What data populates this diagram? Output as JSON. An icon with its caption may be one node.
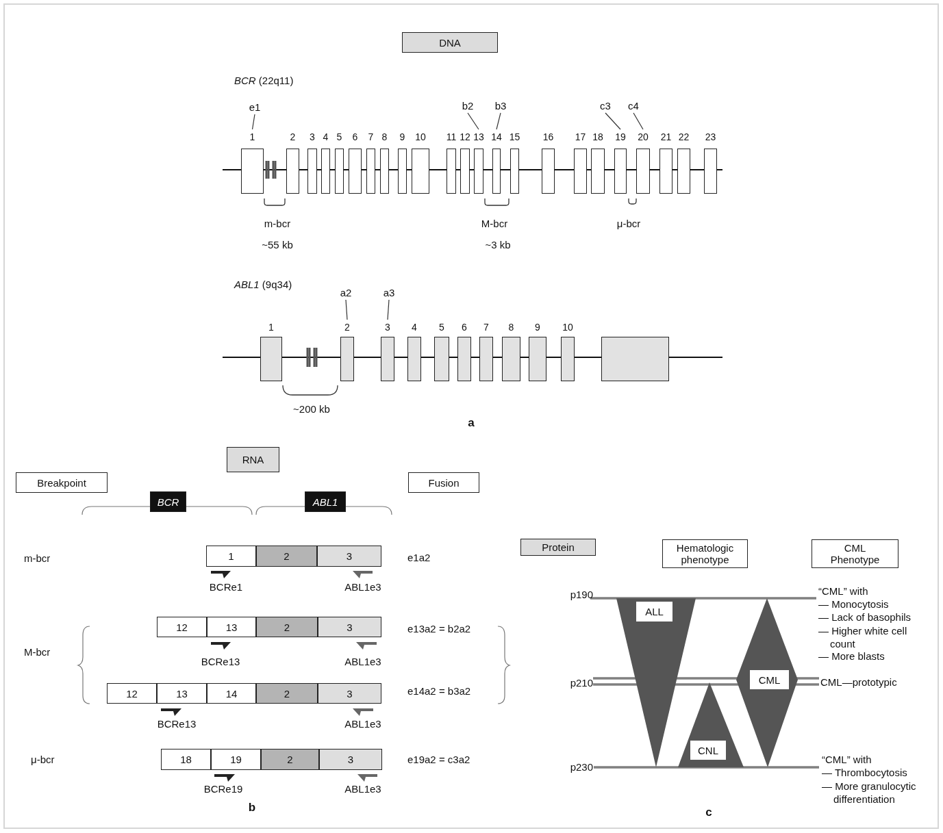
{
  "diagram": {
    "nodes": [
      {
        "text": [
          "DNA"
        ]
      },
      {
        "text": [
          "e1"
        ]
      },
      {
        "text": [
          "b2"
        ]
      },
      {
        "text": [
          "b3"
        ]
      },
      {
        "text": [
          "c3"
        ]
      },
      {
        "text": [
          "c4"
        ]
      },
      {
        "text": [
          "1"
        ]
      },
      {
        "text": [
          "2"
        ]
      },
      {
        "text": [
          "3"
        ]
      },
      {
        "text": [
          "4"
        ]
      },
      {
        "text": [
          "5"
        ]
      },
      {
        "text": [
          "6"
        ]
      },
      {
        "text": [
          "7"
        ]
      },
      {
        "text": [
          "8"
        ]
      },
      {
        "text": [
          "9"
        ]
      },
      {
        "text": [
          "10"
        ]
      },
      {
        "text": [
          "11"
        ]
      },
      {
        "text": [
          "12"
        ]
      },
      {
        "text": [
          "13"
        ]
      },
      {
        "text": [
          "14"
        ]
      },
      {
        "text": [
          "15"
        ]
      },
      {
        "text": [
          "16"
        ]
      },
      {
        "text": [
          "17"
        ]
      },
      {
        "text": [
          "18"
        ]
      },
      {
        "text": [
          "19"
        ]
      },
      {
        "text": [
          "20"
        ]
      },
      {
        "text": [
          "21"
        ]
      },
      {
        "text": [
          "22"
        ]
      },
      {
        "text": [
          "23"
        ]
      },
      {
        "text": [
          "a2"
        ]
      },
      {
        "text": [
          "a3"
        ]
      },
      {
        "text": [
          "1"
        ]
      },
      {
        "text": [
          "2"
        ]
      },
      {
        "text": [
          "3"
        ]
      },
      {
        "text": [
          "4"
        ]
      },
      {
        "text": [
          "5"
        ]
      },
      {
        "text": [
          "6"
        ]
      },
      {
        "text": [
          "7"
        ]
      },
      {
        "text": [
          "8"
        ]
      },
      {
        "text": [
          "9"
        ]
      },
      {
        "text": [
          "10"
        ]
      },
      {
        "text": [],
        "shape": "box"
      },
      {
        "text": [
          "RNA"
        ]
      },
      {
        "text": [
          "Breakpoint"
        ]
      },
      {
        "text": [
          "BCR"
        ]
      },
      {
        "text": [
          "ABL1"
        ]
      },
      {
        "text": [
          "Fusion"
        ]
      },
      {
        "text": [
          "1"
        ]
      },
      {
        "text": [
          "2"
        ]
      },
      {
        "text": [
          "3"
        ]
      },
      {
        "text": [
          "12"
        ]
      },
      {
        "text": [
          "13"
        ]
      },
      {
        "text": [
          "2"
        ]
      },
      {
        "text": [
          "3"
        ]
      },
      {
        "text": [
          "12"
        ]
      },
      {
        "text": [
          "13"
        ]
      },
      {
        "text": [
          "14"
        ]
      },
      {
        "text": [
          "2"
        ]
      },
      {
        "text": [
          "3"
        ]
      },
      {
        "text": [
          "18"
        ]
      },
      {
        "text": [
          "19"
        ]
      },
      {
        "text": [
          "2"
        ]
      },
      {
        "text": [
          "3"
        ]
      },
      {
        "text": [
          "Protein"
        ]
      },
      {
        "text": [
          "Hematologic phenotype"
        ]
      },
      {
        "text": [
          "CML Phenotype"
        ]
      },
      {
        "text": [
          "ALL"
        ]
      },
      {
        "text": [
          "CML"
        ]
      },
      {
        "text": [
          "CNL"
        ]
      }
    ],
    "edges": [
      {
        "from": 1,
        "to": 6,
        "arrow": "none"
      },
      {
        "from": 2,
        "to": 18,
        "arrow": "none"
      },
      {
        "from": 3,
        "to": 19,
        "arrow": "none"
      },
      {
        "from": 4,
        "to": 24,
        "arrow": "none"
      },
      {
        "from": 5,
        "to": 25,
        "arrow": "none"
      },
      {
        "from": 29,
        "to": 32,
        "arrow": "none"
      },
      {
        "from": 30,
        "to": 33,
        "arrow": "none"
      }
    ],
    "labels": [
      "*BCR* (22q11)",
      "m-bcr",
      "M-bcr",
      "μ-bcr",
      "~55 kb",
      "~3 kb",
      "*ABL1* (9q34)",
      "~200 kb",
      "a",
      "m-bcr",
      "e1a2",
      "BCRe1",
      "ABL1e3",
      "M-bcr",
      "e13a2 = b2a2",
      "BCRe13",
      "ABL1e3",
      "e14a2 = b3a2",
      "BCRe13",
      "ABL1e3",
      "μ-bcr",
      "e19a2 = c3a2",
      "BCRe19",
      "ABL1e3",
      "b",
      "p190",
      "“CML” with",
      "— Monocytosis",
      "— Lack of basophils",
      "— Higher white cell count",
      "— More blasts",
      "p210",
      "CML—prototypic",
      "p230",
      "“CML” with",
      "— Thrombocytosis",
      "— More granulocytic differentiation",
      "c"
    ]
  }
}
